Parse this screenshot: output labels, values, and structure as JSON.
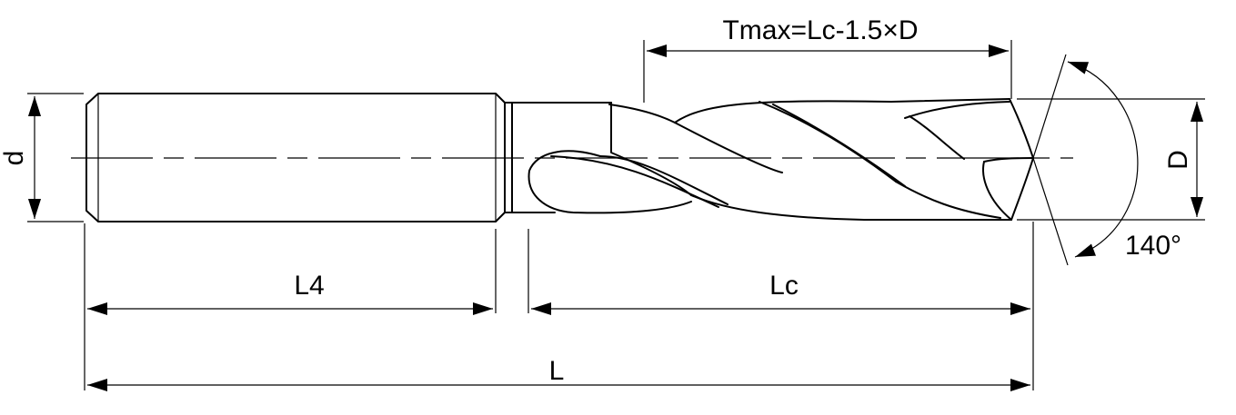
{
  "labels": {
    "tmax": "Tmax=Lc-1.5×D",
    "d": "d",
    "D": "D",
    "angle": "140°",
    "L4": "L4",
    "Lc": "Lc",
    "L": "L"
  }
}
